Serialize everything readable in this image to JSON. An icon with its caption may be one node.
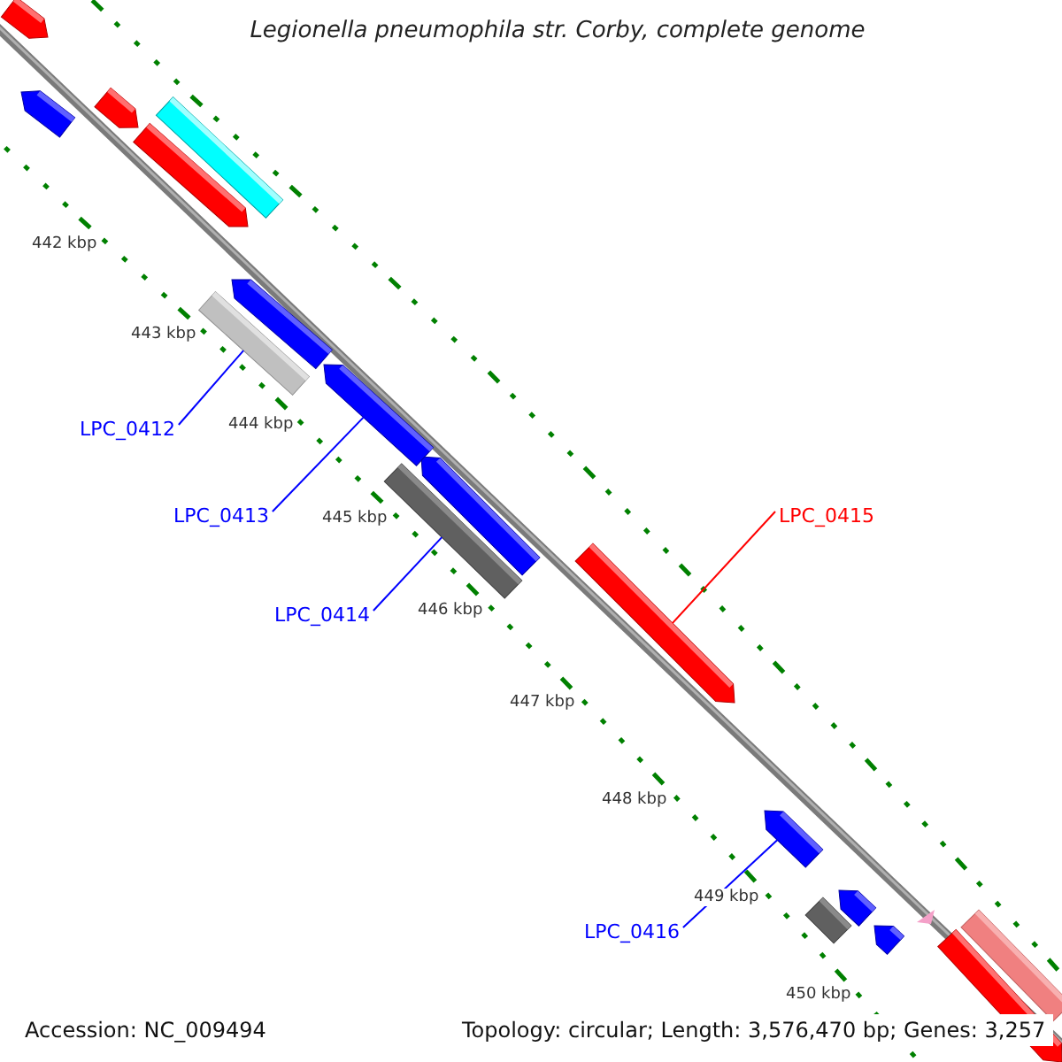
{
  "diagram": {
    "title": "Legionella pneumophila str. Corby, complete genome",
    "nodes": [
      {
        "text": [
          "LPC_0412"
        ]
      },
      {
        "text": [],
        "shape": "bar"
      },
      {
        "text": [
          "LPC_0413"
        ]
      },
      {
        "text": [],
        "shape": "bar"
      },
      {
        "text": [
          "LPC_0414"
        ]
      },
      {
        "text": [],
        "shape": "bar"
      },
      {
        "text": [
          "LPC_0415"
        ]
      },
      {
        "text": [],
        "shape": "bar"
      },
      {
        "text": [
          "LPC_0416"
        ]
      },
      {
        "text": [],
        "shape": "bar"
      }
    ],
    "edges": [
      {
        "from": 0,
        "to": 1,
        "arrow": "none"
      },
      {
        "from": 2,
        "to": 3,
        "arrow": "none"
      },
      {
        "from": 4,
        "to": 5,
        "arrow": "none"
      },
      {
        "from": 6,
        "to": 7,
        "arrow": "none",
        "color": "#ff0000"
      },
      {
        "from": 8,
        "to": 9,
        "arrow": "none"
      }
    ],
    "labels": [
      "442 kbp",
      "443 kbp",
      "444 kbp",
      "445 kbp",
      "446 kbp",
      "447 kbp",
      "448 kbp",
      "449 kbp",
      "450 kbp",
      "Accession: NC_009494",
      "Topology: circular; Length: 3,576,470 bp; Genes: 3,257"
    ]
  }
}
